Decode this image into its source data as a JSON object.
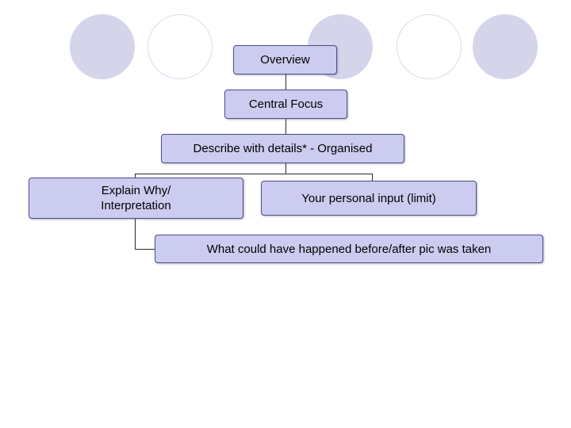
{
  "slide": {
    "title_node": "Overview",
    "background": "#ffffff",
    "accent_fill": "#ccccf0",
    "accent_border": "#4d4d8c",
    "circle_fill": "#d4d5ea",
    "circle_outline": "#d9daec"
  },
  "decor": {
    "circles": [
      {
        "name": "circle-1",
        "style": "filled"
      },
      {
        "name": "circle-2",
        "style": "hollow"
      },
      {
        "name": "circle-3",
        "style": "filled"
      },
      {
        "name": "circle-4",
        "style": "hollow"
      },
      {
        "name": "circle-5",
        "style": "filled"
      }
    ]
  },
  "diagram": {
    "type": "hierarchy",
    "nodes": [
      {
        "id": "overview",
        "label": "Overview"
      },
      {
        "id": "central-focus",
        "label": "Central Focus"
      },
      {
        "id": "describe",
        "label": "Describe with details* - Organised"
      },
      {
        "id": "explain-why",
        "label": "Explain Why/\nInterpretation"
      },
      {
        "id": "personal-input",
        "label": "Your personal input (limit)"
      },
      {
        "id": "before-after",
        "label": "What could have happened before/after pic was taken"
      }
    ],
    "edges": [
      {
        "from": "overview",
        "to": "central-focus"
      },
      {
        "from": "central-focus",
        "to": "describe"
      },
      {
        "from": "describe",
        "to": "explain-why"
      },
      {
        "from": "describe",
        "to": "personal-input"
      },
      {
        "from": "explain-why",
        "to": "before-after"
      }
    ]
  }
}
